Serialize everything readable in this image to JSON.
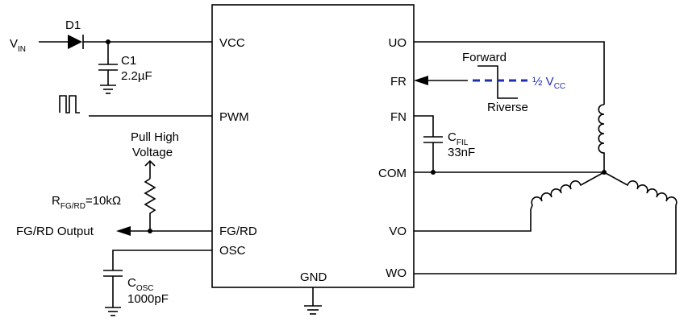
{
  "ic": {
    "pins_left": [
      "VCC",
      "PWM",
      "FG/RD",
      "OSC"
    ],
    "pins_right": [
      "UO",
      "FR",
      "FN",
      "COM",
      "VO",
      "WO"
    ],
    "pin_bottom": "GND"
  },
  "input": {
    "v": "V",
    "sub": "IN"
  },
  "d1": "D1",
  "c1": {
    "name": "C1",
    "value": "2.2µF"
  },
  "pull_high": {
    "line1": "Pull High",
    "line2": "Voltage"
  },
  "rfg": {
    "r": "R",
    "sub": "FG/RD",
    "value": "=10kΩ"
  },
  "fg_output": "FG/RD Output",
  "cfil": {
    "c": "C",
    "sub": "FIL",
    "value": "33nF"
  },
  "cosc": {
    "c": "C",
    "sub": "OSC",
    "value": "1000pF"
  },
  "fr_control": {
    "forward": "Forward",
    "reverse": "Riverse",
    "half": "½ V",
    "half_sub": "CC"
  },
  "colors": {
    "wire": "#000000",
    "vcc_ref": "#1f2fb0"
  }
}
